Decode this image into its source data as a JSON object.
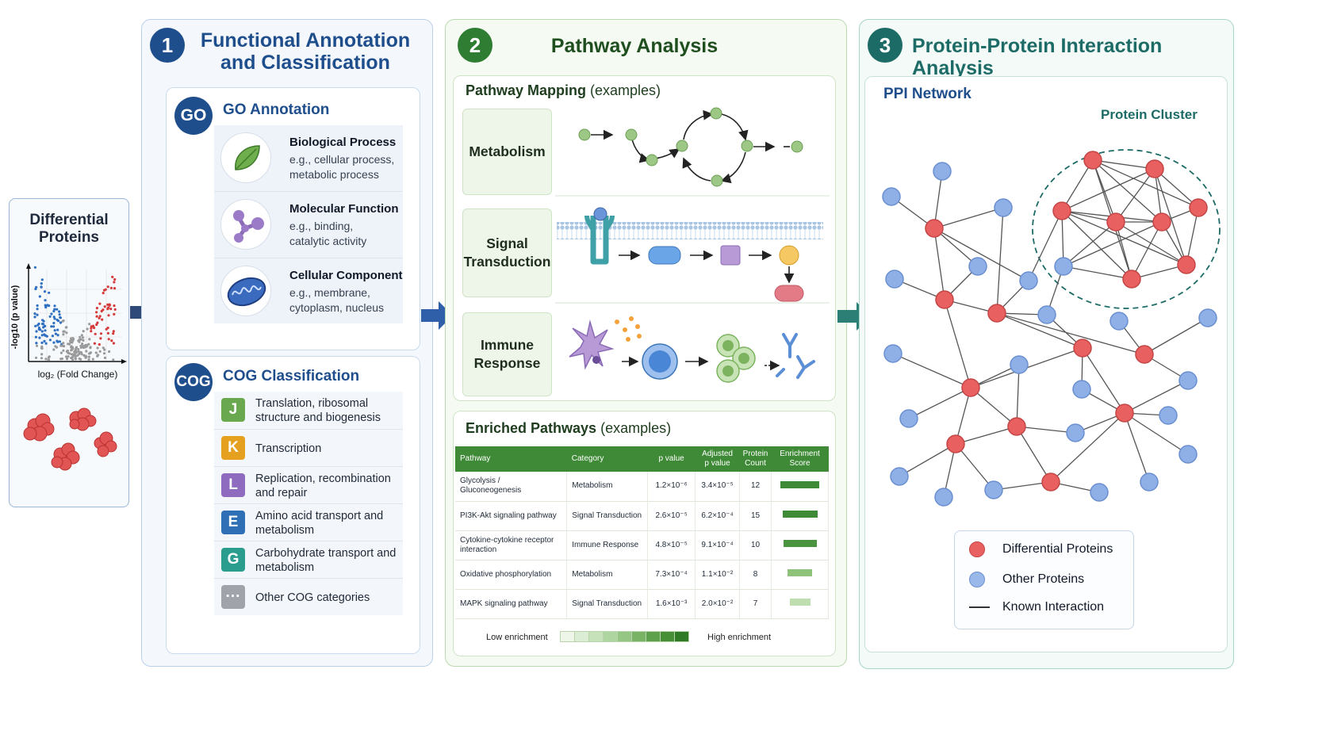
{
  "input": {
    "title": "Differential\nProteins",
    "ylabel": "-log10 (p value)",
    "xlabel": "log₂ (Fold Change)"
  },
  "section1": {
    "number": "1",
    "title": "Functional Annotation\nand Classification",
    "go": {
      "badge": "GO",
      "heading": "GO Annotation",
      "items": [
        {
          "title": "Biological Process",
          "desc": "e.g., cellular process,\nmetabolic process",
          "icon": "leaf-icon"
        },
        {
          "title": "Molecular Function",
          "desc": "e.g., binding,\ncatalytic activity",
          "icon": "molecule-icon"
        },
        {
          "title": "Cellular Component",
          "desc": "e.g., membrane,\ncytoplasm, nucleus",
          "icon": "mitochondrion-icon"
        }
      ]
    },
    "cog": {
      "badge": "COG",
      "heading": "COG Classification",
      "items": [
        {
          "letter": "J",
          "text": "Translation, ribosomal\nstructure and biogenesis",
          "color": "#6aa84f"
        },
        {
          "letter": "K",
          "text": "Transcription",
          "color": "#e6a020"
        },
        {
          "letter": "L",
          "text": "Replication, recombination\nand repair",
          "color": "#8e6bbf"
        },
        {
          "letter": "E",
          "text": "Amino acid transport and\nmetabolism",
          "color": "#2f6fb5"
        },
        {
          "letter": "G",
          "text": "Carbohydrate transport and\nmetabolism",
          "color": "#2a9d8f"
        },
        {
          "letter": "···",
          "text": "Other COG categories",
          "color": "#a0a4aa"
        }
      ]
    }
  },
  "section2": {
    "number": "2",
    "title": "Pathway Analysis",
    "mapping": {
      "heading": "Pathway Mapping",
      "suffix": "(examples)",
      "rows": [
        "Metabolism",
        "Signal\nTransduction",
        "Immune\nResponse"
      ]
    },
    "enriched": {
      "heading": "Enriched Pathways",
      "suffix": "(examples)",
      "columns": [
        "Pathway",
        "Category",
        "p value",
        "Adjusted\np value",
        "Protein\nCount",
        "Enrichment\nScore"
      ],
      "rows": [
        {
          "pathway": "Glycolysis / Gluconeogenesis",
          "category": "Metabolism",
          "p": "1.2×10⁻⁶",
          "adj": "3.4×10⁻⁵",
          "count": "12",
          "score": 0.95
        },
        {
          "pathway": "PI3K-Akt signaling pathway",
          "category": "Signal Transduction",
          "p": "2.6×10⁻⁵",
          "adj": "6.2×10⁻⁴",
          "count": "15",
          "score": 0.85
        },
        {
          "pathway": "Cytokine-cytokine receptor\ninteraction",
          "category": "Immune Response",
          "p": "4.8×10⁻⁵",
          "adj": "9.1×10⁻⁴",
          "count": "10",
          "score": 0.8
        },
        {
          "pathway": "Oxidative phosphorylation",
          "category": "Metabolism",
          "p": "7.3×10⁻⁴",
          "adj": "1.1×10⁻²",
          "count": "8",
          "score": 0.6
        },
        {
          "pathway": "MAPK signaling pathway",
          "category": "Signal Transduction",
          "p": "1.6×10⁻³",
          "adj": "2.0×10⁻²",
          "count": "7",
          "score": 0.5
        }
      ],
      "scale_low": "Low enrichment",
      "scale_high": "High enrichment",
      "scale_colors": [
        "#eef6ea",
        "#dcedd5",
        "#c6e2bb",
        "#aed49f",
        "#95c684",
        "#79b466",
        "#5ea14c",
        "#468f37",
        "#2f7a25"
      ]
    }
  },
  "section3": {
    "number": "3",
    "title": "Protein-Protein Interaction Analysis",
    "network_label": "PPI Network",
    "cluster_label": "Protein Cluster",
    "legend": [
      {
        "label": "Differential Proteins",
        "kind": "red-dot"
      },
      {
        "label": "Other Proteins",
        "kind": "blue-dot"
      },
      {
        "label": "Known Interaction",
        "kind": "line"
      }
    ]
  },
  "colors": {
    "blue": "#1f4e8c",
    "green": "#2e7d32",
    "teal": "#1d6b66",
    "red_node": "#e8605f",
    "blue_node": "#8fb0e6"
  }
}
